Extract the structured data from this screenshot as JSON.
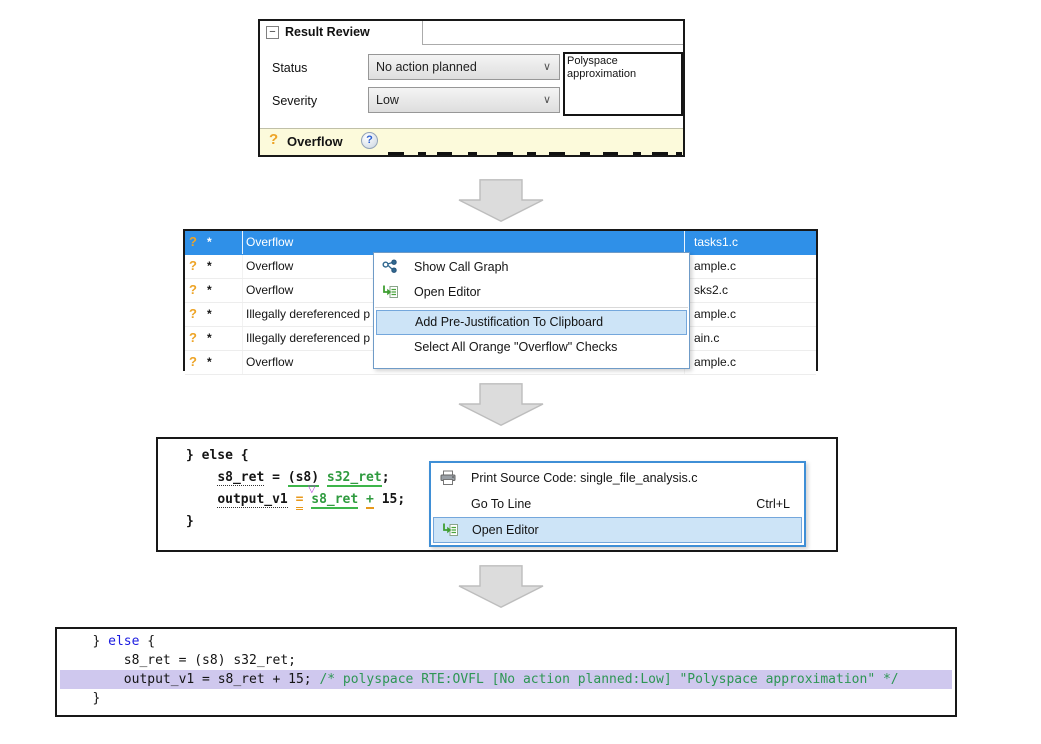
{
  "colors": {
    "selection-blue": "#2F90E8",
    "menu-highlight": "#CDE4F7",
    "menu-highlight-border": "#74A7DC",
    "menu-border-blue": "#3F8FD6",
    "code-highlight-lavender": "#CFC8EE",
    "comment-green": "#2E9654",
    "keyword-blue": "#1C1CE0",
    "check-orange": "#EDA427",
    "underline-green": "#3DB54A",
    "overflow-band-yellow": "#FCFADB"
  },
  "icons": {
    "chevron": "∨"
  },
  "result_review": {
    "header_title": "Result Review",
    "collapse_glyph": "−",
    "status_label": "Status",
    "status_value": "No action planned",
    "severity_label": "Severity",
    "severity_value": "Low",
    "comment_text": "Polyspace approximation",
    "check_marker": "?",
    "check_title": "Overflow",
    "help_glyph": "?"
  },
  "results_table": {
    "rows": [
      {
        "marker": "?",
        "flag": "*",
        "check": "Overflow",
        "file": "tasks1.c",
        "selected": true
      },
      {
        "marker": "?",
        "flag": "*",
        "check": "Overflow",
        "file": "ample.c",
        "selected": false
      },
      {
        "marker": "?",
        "flag": "*",
        "check": "Overflow",
        "file": "sks2.c",
        "selected": false
      },
      {
        "marker": "?",
        "flag": "*",
        "check": "Illegally dereferenced p",
        "file": "ample.c",
        "selected": false
      },
      {
        "marker": "?",
        "flag": "*",
        "check": "Illegally dereferenced p",
        "file": "ain.c",
        "selected": false
      },
      {
        "marker": "?",
        "flag": "*",
        "check": "Overflow",
        "file": "ample.c",
        "selected": false
      }
    ]
  },
  "results_context_menu": {
    "items": [
      {
        "label": "Show Call Graph",
        "icon": "call-graph"
      },
      {
        "label": "Open Editor",
        "icon": "open-editor"
      },
      {
        "separator": true
      },
      {
        "label": "Add Pre-Justification To Clipboard",
        "highlighted": true
      },
      {
        "label": "Select All Orange \"Overflow\" Checks"
      }
    ]
  },
  "source_view": {
    "tooltip_marker": "▽",
    "lines": [
      {
        "tokens": [
          {
            "t": "} else {"
          }
        ]
      },
      {
        "tokens": [
          {
            "t": "    "
          },
          {
            "t": "s8_ret",
            "c": "ident"
          },
          {
            "t": " = "
          },
          {
            "t": "(s8)",
            "c": "cast"
          },
          {
            "t": " "
          },
          {
            "t": "s32_ret",
            "c": "green"
          },
          {
            "t": ";"
          }
        ]
      },
      {
        "tokens": [
          {
            "t": "    "
          },
          {
            "t": "output_v1",
            "c": "ident"
          },
          {
            "t": " "
          },
          {
            "t": "=",
            "c": "orange"
          },
          {
            "t": " "
          },
          {
            "t": "s8_ret",
            "c": "green"
          },
          {
            "t": " "
          },
          {
            "t": "+",
            "c": "plus"
          },
          {
            "t": " 15;"
          }
        ]
      },
      {
        "tokens": [
          {
            "t": "}"
          }
        ]
      }
    ]
  },
  "source_context_menu": {
    "items": [
      {
        "label": "Print Source Code: single_file_analysis.c",
        "icon": "printer"
      },
      {
        "label": "Go To Line",
        "shortcut": "Ctrl+L"
      },
      {
        "label": "Open Editor",
        "icon": "open-editor",
        "highlighted": true
      }
    ]
  },
  "final_code": {
    "lines": [
      {
        "tokens": [
          {
            "t": "   } "
          },
          {
            "t": "else",
            "c": "kw"
          },
          {
            "t": " {"
          }
        ]
      },
      {
        "tokens": [
          {
            "t": "       s8_ret = (s8) s32_ret;"
          }
        ]
      },
      {
        "tokens": [
          {
            "t": "       output_v1 = s8_ret + 15; "
          },
          {
            "t": "/* polyspace RTE:OVFL [No action planned:Low] \"Polyspace approximation\" */",
            "c": "comment"
          }
        ],
        "highlighted": true
      },
      {
        "tokens": [
          {
            "t": "   }"
          }
        ]
      }
    ]
  }
}
